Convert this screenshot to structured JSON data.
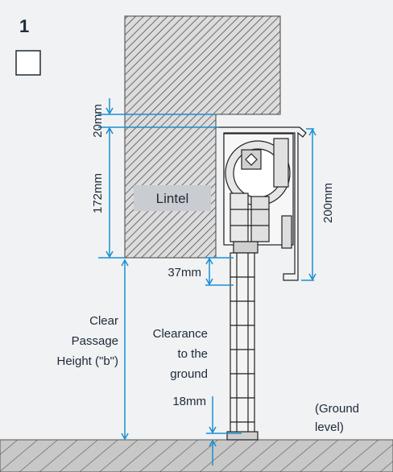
{
  "figure": {
    "number": "1",
    "checkbox_checked": false
  },
  "labels": {
    "lintel": "Lintel",
    "dim_20": "20mm",
    "dim_172": "172mm",
    "dim_200": "200mm",
    "dim_37": "37mm",
    "dim_18": "18mm",
    "clear_passage": [
      "Clear",
      "Passage",
      "Height (\"b\")"
    ],
    "clearance": [
      "Clearance",
      "to the",
      "ground"
    ],
    "ground_level": [
      "(Ground",
      "level)"
    ]
  },
  "colors": {
    "accent_blue": "#1a8fd1",
    "text": "#1e2a38",
    "lintel_label_bg": "#c9ccd1",
    "hatch_line": "#3a3a3a",
    "background": "#f0f2f4"
  }
}
